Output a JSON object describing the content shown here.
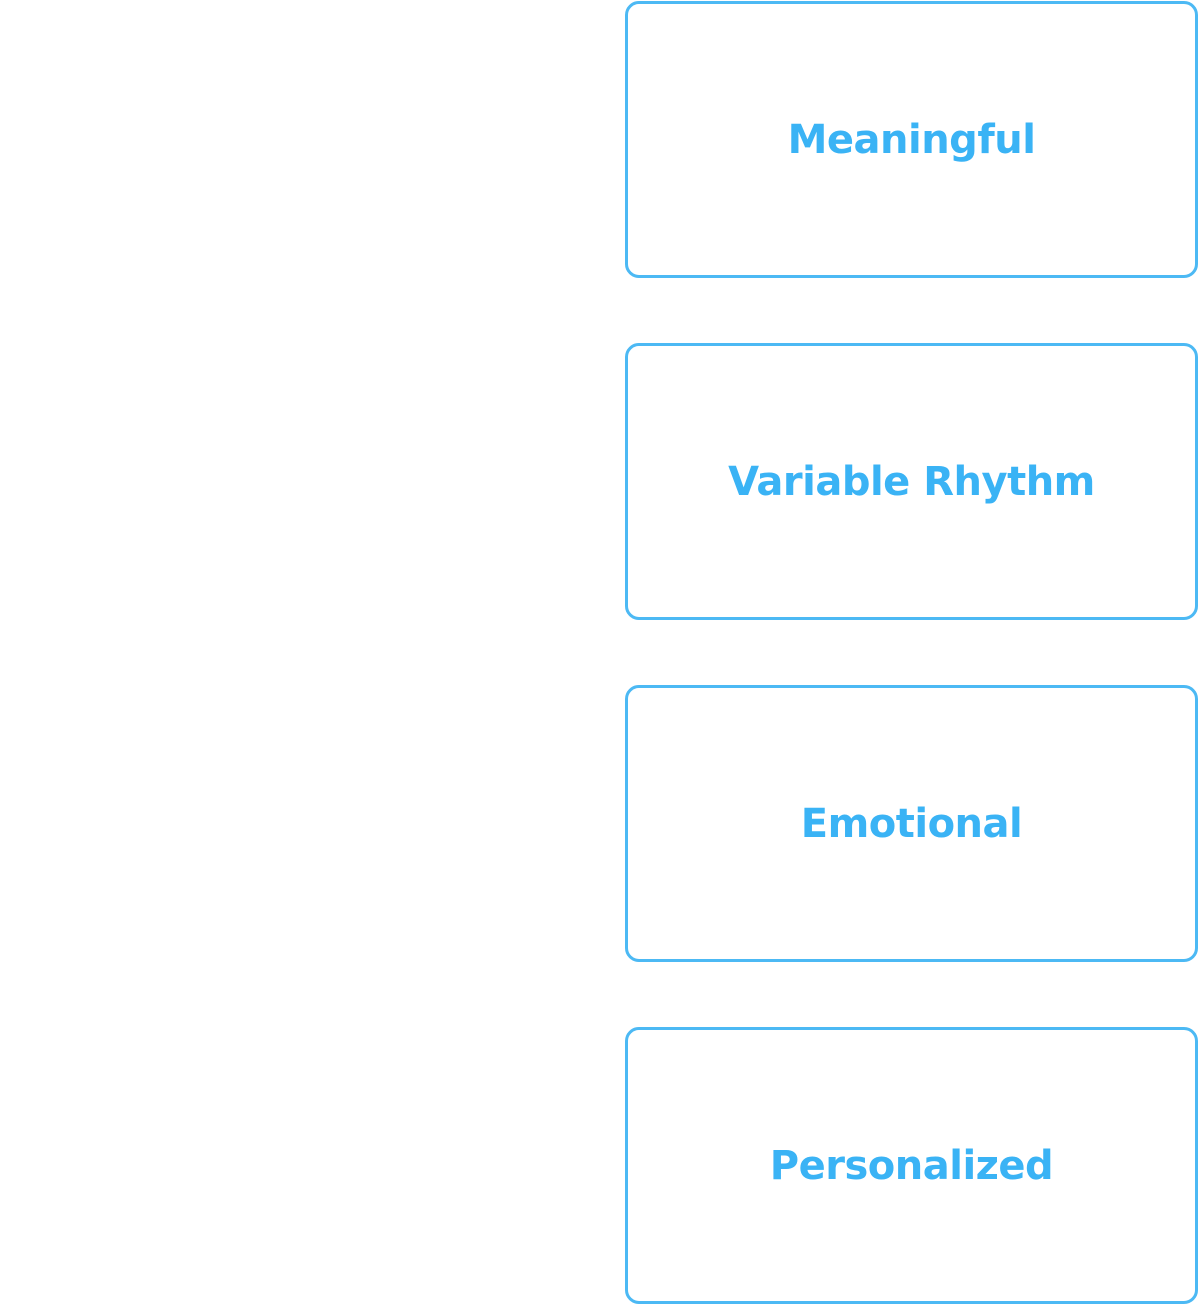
{
  "cards": [
    {
      "label": "Meaningful"
    },
    {
      "label": "Variable Rhythm"
    },
    {
      "label": "Emotional"
    },
    {
      "label": "Personalized"
    }
  ],
  "colors": {
    "accent": "#3ab3f5",
    "border": "#4cb9f4",
    "background": "#ffffff"
  }
}
